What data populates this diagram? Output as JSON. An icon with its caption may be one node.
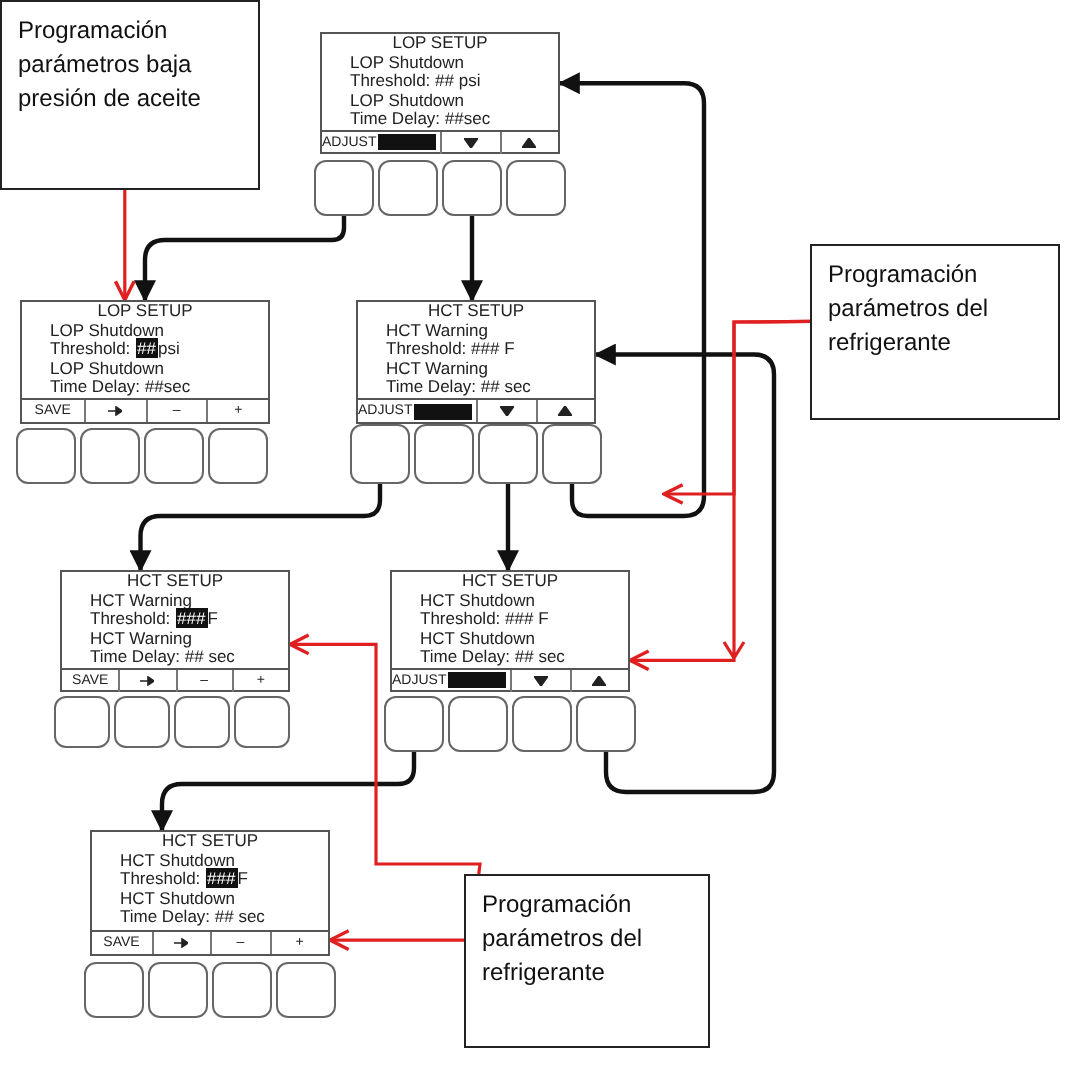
{
  "diagram": {
    "nodes": [
      {
        "text": [
          "Programación parámetros baja presión de aceite"
        ]
      },
      {
        "text": [
          "LOP SETUP",
          "LOP Shutdown",
          "Threshold: ## psi",
          "LOP Shutdown",
          "Time Delay: ##sec",
          "ADJUST"
        ]
      },
      {
        "text": [],
        "shape": "box"
      },
      {
        "text": [],
        "shape": "box"
      },
      {
        "text": [],
        "shape": "box"
      },
      {
        "text": [],
        "shape": "box"
      },
      {
        "text": [
          "LOP SETUP",
          "LOP Shutdown",
          "Threshold:",
          "##",
          "psi",
          "LOP Shutdown",
          "Time Delay: ##sec",
          "SAVE",
          "–",
          "+"
        ]
      },
      {
        "text": [],
        "shape": "box"
      },
      {
        "text": [],
        "shape": "box"
      },
      {
        "text": [],
        "shape": "box"
      },
      {
        "text": [],
        "shape": "box"
      },
      {
        "text": [
          "HCT SETUP",
          "HCT Warning",
          "Threshold: ### F",
          "HCT Warning",
          "Time Delay: ## sec",
          "ADJUST"
        ]
      },
      {
        "text": [],
        "shape": "box"
      },
      {
        "text": [],
        "shape": "box"
      },
      {
        "text": [],
        "shape": "box"
      },
      {
        "text": [],
        "shape": "box"
      },
      {
        "text": [
          "Programación parámetros del refrigerante"
        ]
      },
      {
        "text": [
          "HCT SETUP",
          "HCT Warning",
          "Threshold:",
          "###",
          "F",
          "HCT Warning",
          "Time Delay: ## sec",
          "SAVE",
          "–",
          "+"
        ]
      },
      {
        "text": [],
        "shape": "box"
      },
      {
        "text": [],
        "shape": "box"
      },
      {
        "text": [],
        "shape": "box"
      },
      {
        "text": [],
        "shape": "box"
      },
      {
        "text": [
          "HCT SETUP",
          "HCT Shutdown",
          "Threshold: ### F",
          "HCT Shutdown",
          "Time Delay: ## sec",
          "ADJUST"
        ]
      },
      {
        "text": [],
        "shape": "box"
      },
      {
        "text": [],
        "shape": "box"
      },
      {
        "text": [],
        "shape": "box"
      },
      {
        "text": [],
        "shape": "box"
      },
      {
        "text": [
          "HCT SETUP",
          "HCT Shutdown",
          "Threshold:",
          "###",
          "F",
          "HCT Shutdown",
          "Time Delay: ## sec",
          "SAVE",
          "–",
          "+"
        ]
      },
      {
        "text": [],
        "shape": "box"
      },
      {
        "text": [],
        "shape": "box"
      },
      {
        "text": [],
        "shape": "box"
      },
      {
        "text": [],
        "shape": "box"
      },
      {
        "text": [
          "Programación parámetros del refrigerante"
        ]
      }
    ],
    "edges": [
      {
        "from": 2,
        "to": 6,
        "arrow": "to"
      },
      {
        "from": 4,
        "to": 11,
        "arrow": "to"
      },
      {
        "from": 12,
        "to": 17,
        "arrow": "to"
      },
      {
        "from": 14,
        "to": 22,
        "arrow": "to"
      },
      {
        "from": 15,
        "to": 1,
        "arrow": "to"
      },
      {
        "from": 23,
        "to": 27,
        "arrow": "to"
      },
      {
        "from": 26,
        "to": 11,
        "arrow": "to"
      },
      {
        "from": 0,
        "to": 6,
        "arrow": "to",
        "color": "#e02020"
      },
      {
        "from": 16,
        "to": null,
        "arrow": "to",
        "color": "#e02020"
      },
      {
        "from": 16,
        "to": 22,
        "arrow": "to",
        "color": "#e02020"
      },
      {
        "from": 32,
        "to": 17,
        "arrow": "to",
        "color": "#e02020"
      },
      {
        "from": 32,
        "to": 27,
        "arrow": "to",
        "color": "#e02020"
      }
    ]
  }
}
